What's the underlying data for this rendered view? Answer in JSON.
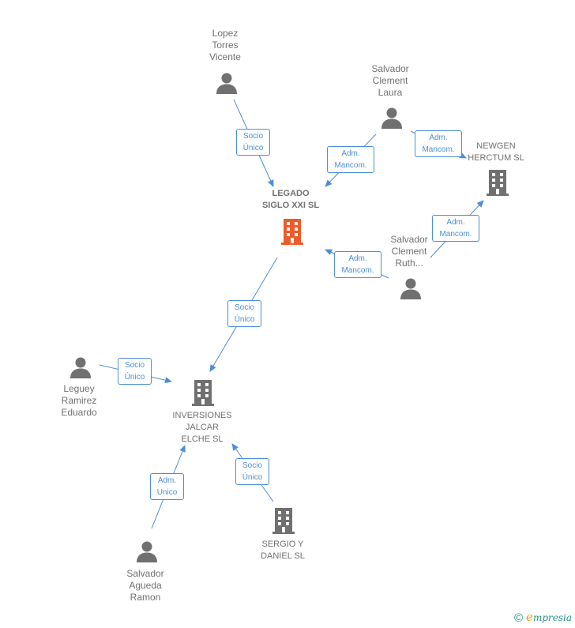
{
  "nodes": {
    "lopez": {
      "label": "Lopez\nTorres\nVicente",
      "type": "person"
    },
    "salvador_laura": {
      "label": "Salvador\nClement\nLaura",
      "type": "person"
    },
    "newgen": {
      "label": "NEWGEN\nHERCTUM  SL",
      "type": "company"
    },
    "legado": {
      "label": "LEGADO\nSIGLO XXI  SL",
      "type": "company-main"
    },
    "salvador_ruth": {
      "label": "Salvador\nClement\nRuth...",
      "type": "person"
    },
    "leguey": {
      "label": "Leguey\nRamirez\nEduardo",
      "type": "person"
    },
    "inversiones": {
      "label": "INVERSIONES\nJALCAR\nELCHE  SL",
      "type": "company"
    },
    "salvador_agueda": {
      "label": "Salvador\nAgueda\nRamon",
      "type": "person"
    },
    "sergio": {
      "label": "SERGIO Y\nDANIEL  SL",
      "type": "company"
    }
  },
  "edges": {
    "lopez_legado": "Socio\nÚnico",
    "laura_legado": "Adm.\nMancom.",
    "laura_newgen": "Adm.\nMancom.",
    "ruth_newgen": "Adm.\nMancom.",
    "ruth_legado": "Adm.\nMancom.",
    "legado_inversiones": "Socio\nÚnico",
    "leguey_inversiones": "Socio\nÚnico",
    "agueda_inversiones": "Adm.\nUnico",
    "sergio_inversiones": "Socio\nÚnico"
  },
  "colors": {
    "edge": "#4a8fd8",
    "main_company": "#f05a28",
    "company": "#707070",
    "person": "#707070"
  },
  "footer": {
    "copyright": "©",
    "brand_initial": "e",
    "brand_rest": "mpresia"
  }
}
